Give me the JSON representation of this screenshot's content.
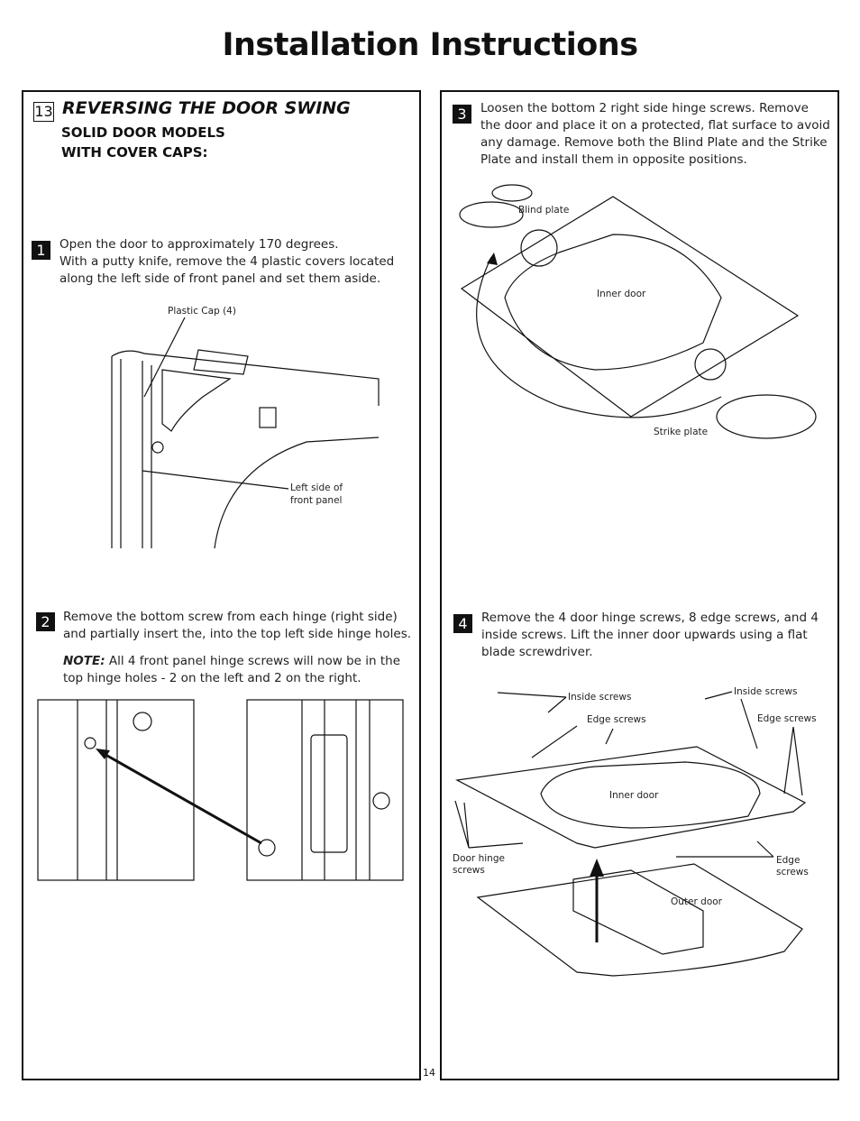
{
  "page_title": "Installation Instructions",
  "section": {
    "number": "13",
    "title": "REVERSING THE DOOR SWING",
    "subtitle_line1": "SOLID DOOR MODELS",
    "subtitle_line2": "WITH COVER CAPS:"
  },
  "steps": [
    {
      "number": "1",
      "lines": [
        "Open the door to approximately 170 degrees.",
        "With a putty knife, remove the 4 plastic covers located",
        "along the left side of front panel and set them aside."
      ],
      "labels": {
        "cap": "Plastic Cap (4)",
        "side1": "Left side of",
        "side2": "front panel"
      }
    },
    {
      "number": "2",
      "lines": [
        "Remove the bottom screw from each hinge (right side)",
        "and partially insert the, into the top left side hinge holes."
      ],
      "note_label": "NOTE:",
      "note_lines": [
        " All 4 front panel hinge screws will now be in the",
        "top hinge holes - 2 on the left and 2 on the right."
      ]
    },
    {
      "number": "3",
      "lines": [
        "Loosen the bottom 2 right side hinge screws. Remove",
        "the door and place it on a protected, flat surface to avoid",
        "any damage. Remove both the Blind Plate and the Strike",
        "Plate and install them in opposite positions."
      ],
      "labels": {
        "blind": "Blind plate",
        "inner": "Inner door",
        "strike": "Strike plate"
      }
    },
    {
      "number": "4",
      "lines": [
        "Remove the 4 door hinge screws, 8 edge screws, and 4",
        "inside screws. Lift the inner door upwards using a flat",
        "blade screwdriver."
      ],
      "labels": {
        "inside_left": "Inside screws",
        "inside_right": "Inside screws",
        "edge_left": "Edge screws",
        "edge_right": "Edge screws",
        "inner": "Inner door",
        "hinge1": "Door hinge",
        "hinge2": "screws",
        "edge_bottom1": "Edge",
        "edge_bottom2": "screws",
        "outer": "Outer door"
      }
    }
  ],
  "page_number": "14"
}
